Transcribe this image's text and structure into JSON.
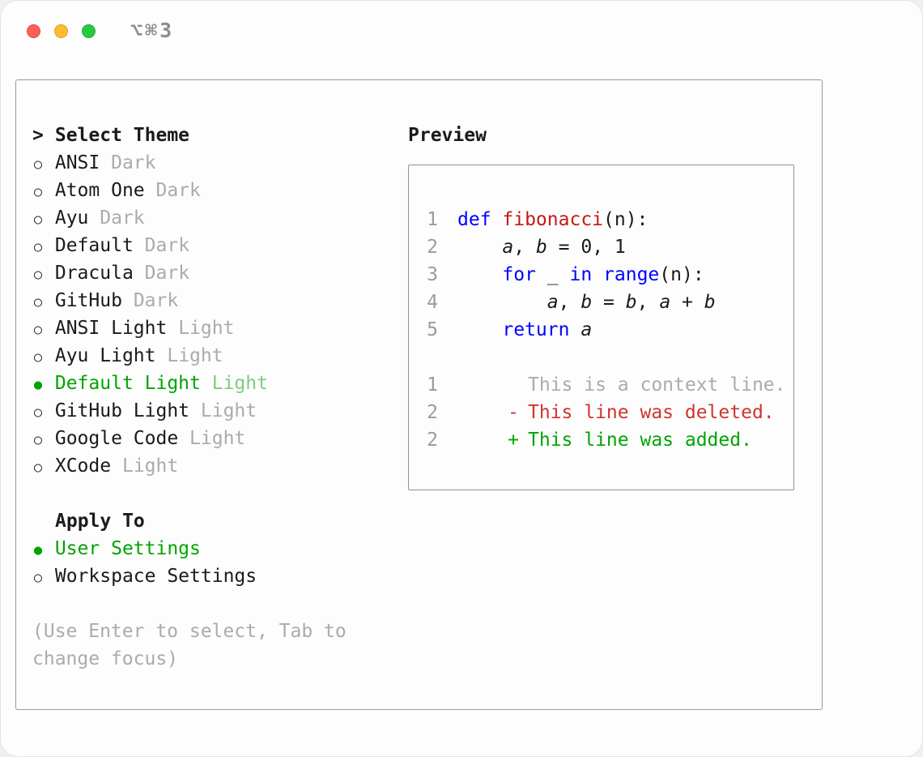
{
  "window": {
    "title": "⌥⌘3"
  },
  "colors": {
    "traffic_red": "#ff5f57",
    "traffic_yellow": "#febc2e",
    "traffic_green": "#28c840",
    "accent_green": "#00a400",
    "accent_green_muted": "#7dcd7d",
    "keyword_blue": "#0000ff",
    "function_red": "#c41a16",
    "deleted_red": "#d0342c",
    "added_green": "#00a400",
    "muted_gray": "#a9abad"
  },
  "theme_select": {
    "prompt": ">",
    "title": "Select Theme",
    "items": [
      {
        "name": "ANSI",
        "variant": "Dark",
        "selected": false
      },
      {
        "name": "Atom One",
        "variant": "Dark",
        "selected": false
      },
      {
        "name": "Ayu",
        "variant": "Dark",
        "selected": false
      },
      {
        "name": "Default",
        "variant": "Dark",
        "selected": false
      },
      {
        "name": "Dracula",
        "variant": "Dark",
        "selected": false
      },
      {
        "name": "GitHub",
        "variant": "Dark",
        "selected": false
      },
      {
        "name": "ANSI Light",
        "variant": "Light",
        "selected": false
      },
      {
        "name": "Ayu Light",
        "variant": "Light",
        "selected": false
      },
      {
        "name": "Default Light",
        "variant": "Light",
        "selected": true
      },
      {
        "name": "GitHub Light",
        "variant": "Light",
        "selected": false
      },
      {
        "name": "Google Code",
        "variant": "Light",
        "selected": false
      },
      {
        "name": "XCode",
        "variant": "Light",
        "selected": false
      }
    ]
  },
  "apply_to": {
    "title": "Apply To",
    "items": [
      {
        "name": "User Settings",
        "selected": true
      },
      {
        "name": "Workspace Settings",
        "selected": false
      }
    ]
  },
  "hint": "(Use Enter to select, Tab to change focus)",
  "preview": {
    "title": "Preview",
    "code_lines": [
      {
        "num": "1",
        "tokens": [
          {
            "t": "def ",
            "c": "kw"
          },
          {
            "t": "fibonacci",
            "c": "fn"
          },
          {
            "t": "(n):",
            "c": "pl"
          }
        ]
      },
      {
        "num": "2",
        "tokens": [
          {
            "t": "    ",
            "c": "pl"
          },
          {
            "t": "a",
            "c": "var"
          },
          {
            "t": ", ",
            "c": "pl"
          },
          {
            "t": "b",
            "c": "var"
          },
          {
            "t": " = 0, 1",
            "c": "pl"
          }
        ]
      },
      {
        "num": "3",
        "tokens": [
          {
            "t": "    ",
            "c": "pl"
          },
          {
            "t": "for",
            "c": "kw"
          },
          {
            "t": " _ ",
            "c": "pl"
          },
          {
            "t": "in",
            "c": "kw"
          },
          {
            "t": " ",
            "c": "pl"
          },
          {
            "t": "range",
            "c": "kw"
          },
          {
            "t": "(n):",
            "c": "pl"
          }
        ]
      },
      {
        "num": "4",
        "tokens": [
          {
            "t": "        ",
            "c": "pl"
          },
          {
            "t": "a",
            "c": "var"
          },
          {
            "t": ", ",
            "c": "pl"
          },
          {
            "t": "b",
            "c": "var"
          },
          {
            "t": " = ",
            "c": "pl"
          },
          {
            "t": "b",
            "c": "var"
          },
          {
            "t": ", ",
            "c": "pl"
          },
          {
            "t": "a",
            "c": "var"
          },
          {
            "t": " + ",
            "c": "pl"
          },
          {
            "t": "b",
            "c": "var"
          }
        ]
      },
      {
        "num": "5",
        "tokens": [
          {
            "t": "    ",
            "c": "pl"
          },
          {
            "t": "return",
            "c": "kw"
          },
          {
            "t": " ",
            "c": "pl"
          },
          {
            "t": "a",
            "c": "var"
          }
        ]
      }
    ],
    "diff_lines": [
      {
        "num": "1",
        "sign": "",
        "text": "This is a context line.",
        "type": "context"
      },
      {
        "num": "2",
        "sign": "-",
        "text": "This line was deleted.",
        "type": "deleted"
      },
      {
        "num": "2",
        "sign": "+",
        "text": "This line was added.",
        "type": "added"
      }
    ]
  }
}
